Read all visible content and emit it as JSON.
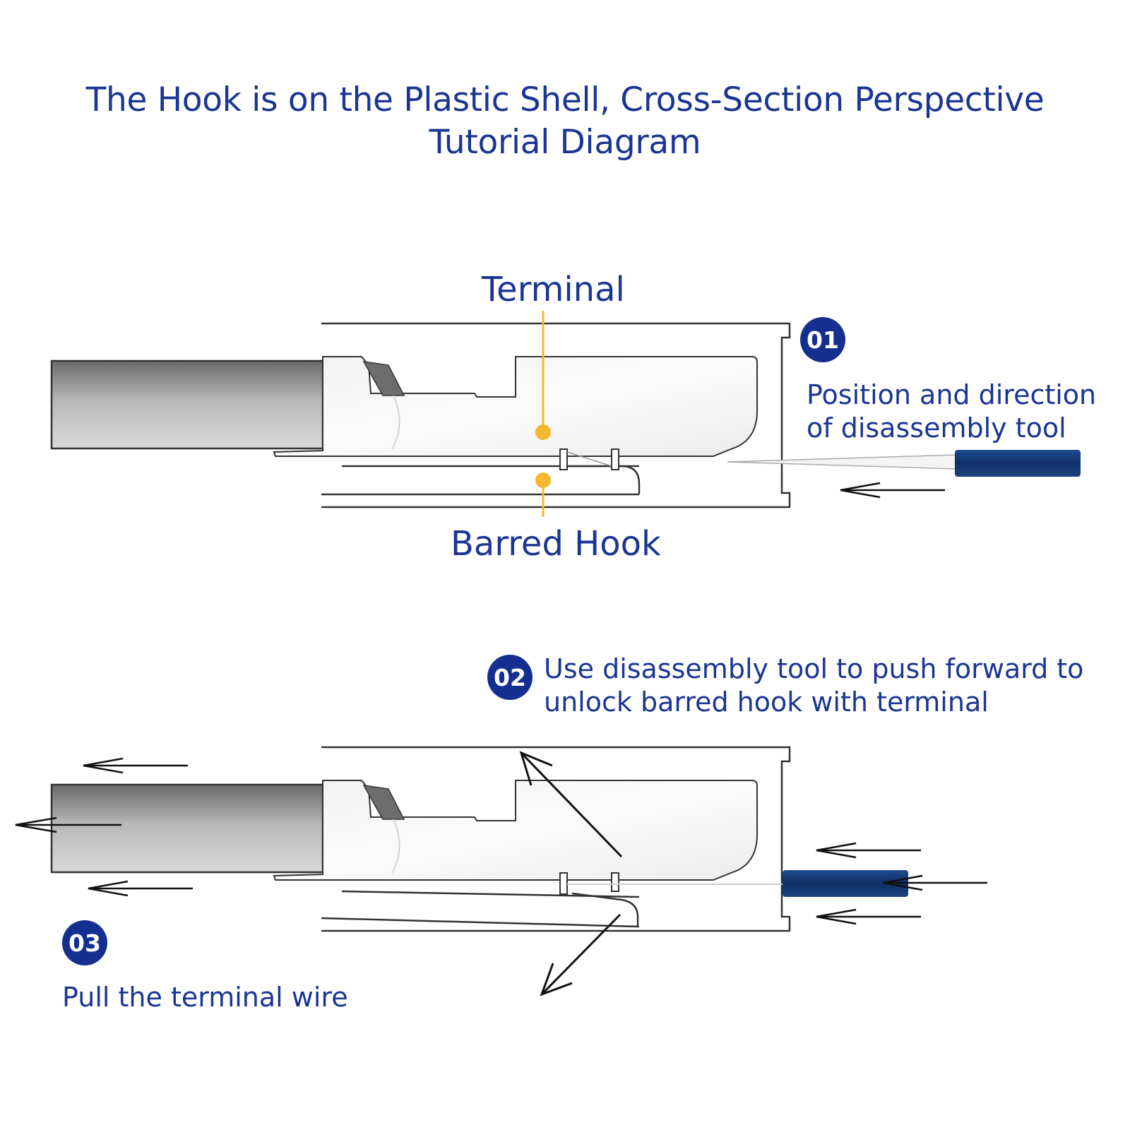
{
  "title": {
    "line1": "The Hook is on the Plastic Shell, Cross-Section Perspective",
    "line2": "Tutorial Diagram"
  },
  "labels": {
    "terminal": "Terminal",
    "barred_hook": "Barred Hook"
  },
  "steps": [
    {
      "number": "01",
      "text_line1": "Position and direction",
      "text_line2": "of disassembly tool"
    },
    {
      "number": "02",
      "text_line1": "Use disassembly tool to push forward to",
      "text_line2": "unlock barred hook with terminal"
    },
    {
      "number": "03",
      "text_line1": "Pull the terminal wire"
    }
  ],
  "colors": {
    "text": "#1a3593",
    "badge": "#142f8f",
    "callout": "#f5b82e",
    "tool": "#163d7a"
  }
}
